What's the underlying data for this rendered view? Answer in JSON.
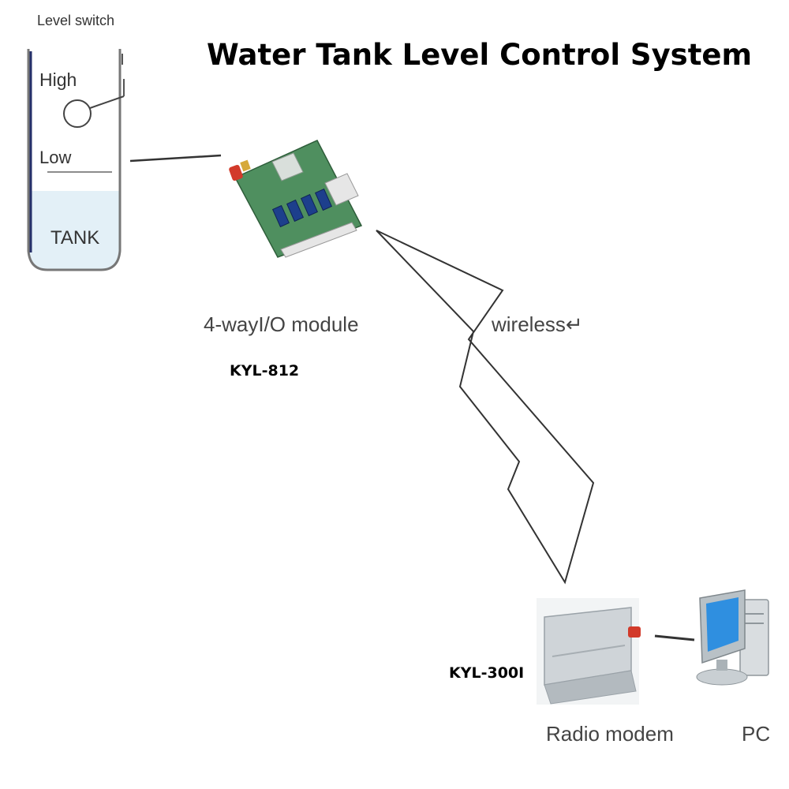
{
  "title": "Water Tank Level Control System",
  "tank": {
    "switch_label": "Level switch",
    "high_label": "High",
    "low_label": "Low",
    "tank_label": "TANK",
    "water_color": "#e3f0f7"
  },
  "io_module": {
    "label": "4-wayI/O module",
    "model": "KYL-812",
    "board_color": "#4f8f5f"
  },
  "link": {
    "label": "wireless↵"
  },
  "radio_modem": {
    "label": "Radio modem",
    "model": "KYL-300I",
    "body_color": "#cfd4d8"
  },
  "pc": {
    "label": "PC",
    "screen_color": "#2f8fe0"
  }
}
